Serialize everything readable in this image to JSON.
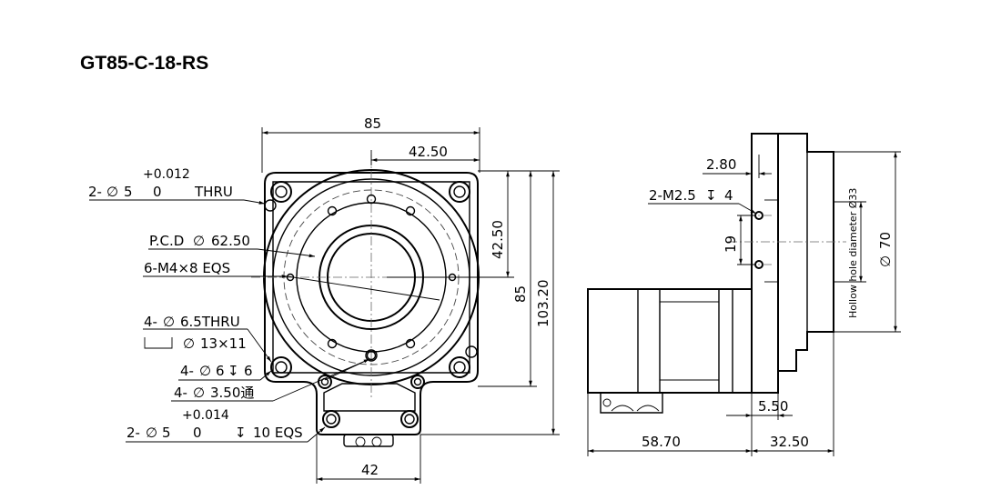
{
  "title": "GT85-C-18-RS",
  "front_view": {
    "width_dim": "85",
    "half_width_dim": "42.50",
    "half_height_dim": "42.50",
    "height_dim": "85",
    "total_height_dim": "103.20",
    "bottom_width_dim": "42",
    "thru_hole": {
      "prefix": "2-",
      "dia": "5",
      "tol_upper": "+0.012",
      "tol_lower": "0",
      "suffix": "THRU"
    },
    "pcd": {
      "prefix": "P.C.D",
      "value": "62.50"
    },
    "tapped": "6-M4×8 EQS",
    "mount_holes": {
      "prefix": "4-",
      "value": "6.5THRU"
    },
    "counterbore": "13×11",
    "cb_holes": {
      "prefix": "4-",
      "dia": "6",
      "depth": "6"
    },
    "small_holes": {
      "prefix": "4-",
      "value": "3.50通"
    },
    "pin_holes": {
      "prefix": "2-",
      "dia": "5",
      "tol_upper": "+0.014",
      "tol_lower": "0",
      "depth": "10 EQS"
    }
  },
  "side_view": {
    "offset_dim": "2.80",
    "tapped": "2-M2.5",
    "tap_depth": "4",
    "spacing_dim": "19",
    "hollow_label": "Hollow hole diameter Ø33",
    "outer_dia": "70",
    "step_dim": "5.50",
    "motor_length_dim": "58.70",
    "body_length_dim": "32.50"
  },
  "symbols": {
    "diameter": "∅",
    "depth": "↧"
  }
}
